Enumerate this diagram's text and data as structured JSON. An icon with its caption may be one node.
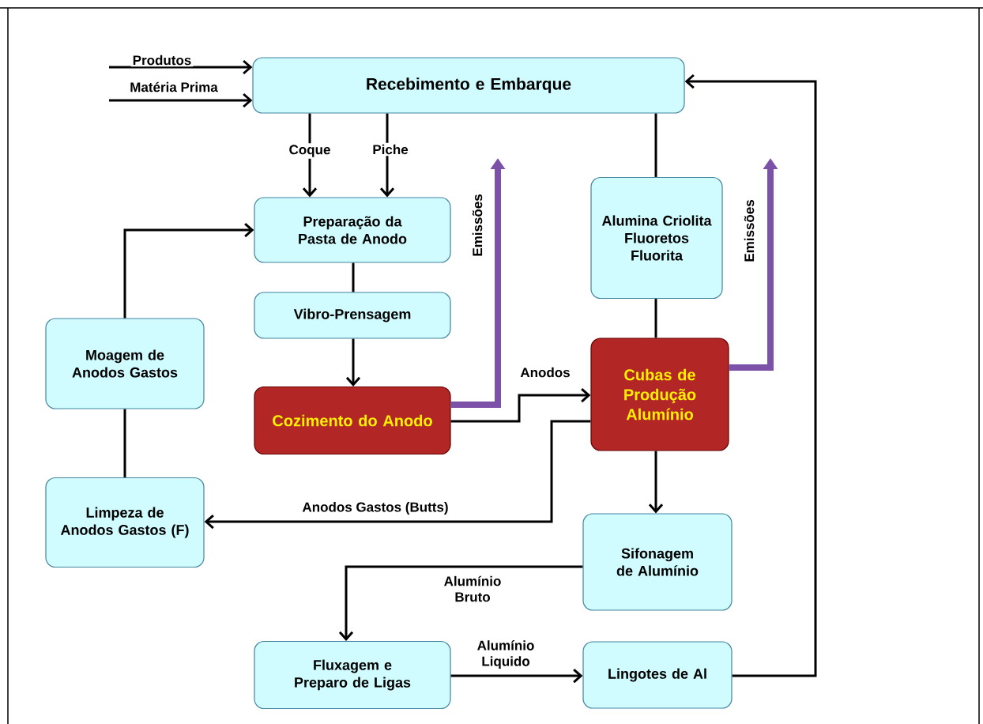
{
  "diagram": {
    "nodes": [
      {
        "text": [
          "Recebimento e Embarque"
        ]
      },
      {
        "text": [
          "Preparação da Pasta de Anodo"
        ]
      },
      {
        "text": [
          "Vibro-Prensagem"
        ]
      },
      {
        "text": [
          "Cozimento do Anodo"
        ]
      },
      {
        "text": [
          "Alumina Criolita Fluoretos Fluorita"
        ]
      },
      {
        "text": [
          "Cubas de Produção Alumínio"
        ]
      },
      {
        "text": [
          "Moagem de Anodos Gastos"
        ]
      },
      {
        "text": [
          "Limpeza de Anodos Gastos (F)"
        ]
      },
      {
        "text": [
          "Sifonagem de Alumínio"
        ]
      },
      {
        "text": [
          "Fluxagem e Preparo de Ligas"
        ]
      },
      {
        "text": [
          "Lingotes de Al"
        ]
      }
    ],
    "edges": [
      {
        "from": null,
        "to": 0,
        "arrow": "to",
        "label": "Produtos"
      },
      {
        "from": null,
        "to": 0,
        "arrow": "to",
        "label": "Matéria Prima"
      },
      {
        "from": 0,
        "to": 1,
        "arrow": "to",
        "label": "Coque"
      },
      {
        "from": 0,
        "to": 1,
        "arrow": "to",
        "label": "Piche"
      },
      {
        "from": 0,
        "to": 4,
        "arrow": "none"
      },
      {
        "from": 4,
        "to": 5,
        "arrow": "none"
      },
      {
        "from": 1,
        "to": 2,
        "arrow": "none"
      },
      {
        "from": 2,
        "to": 3,
        "arrow": "to"
      },
      {
        "from": 3,
        "to": 5,
        "arrow": "to",
        "label": "Anodos"
      },
      {
        "from": 5,
        "to": 7,
        "arrow": "to",
        "label": "Anodos Gastos (Butts)"
      },
      {
        "from": 7,
        "to": 6,
        "arrow": "none"
      },
      {
        "from": 6,
        "to": 1,
        "arrow": "to"
      },
      {
        "from": 5,
        "to": 8,
        "arrow": "to"
      },
      {
        "from": 8,
        "to": 9,
        "arrow": "to",
        "label": "Alumínio Bruto"
      },
      {
        "from": 9,
        "to": 10,
        "arrow": "to",
        "label": "Alumínio Liquido"
      },
      {
        "from": 10,
        "to": 0,
        "arrow": "to"
      },
      {
        "from": 3,
        "to": null,
        "arrow": "to",
        "label": "Emissões",
        "style": "thick",
        "color": "#7b52a8"
      },
      {
        "from": 5,
        "to": null,
        "arrow": "to",
        "label": "Emissões",
        "style": "thick",
        "color": "#7b52a8"
      }
    ]
  }
}
